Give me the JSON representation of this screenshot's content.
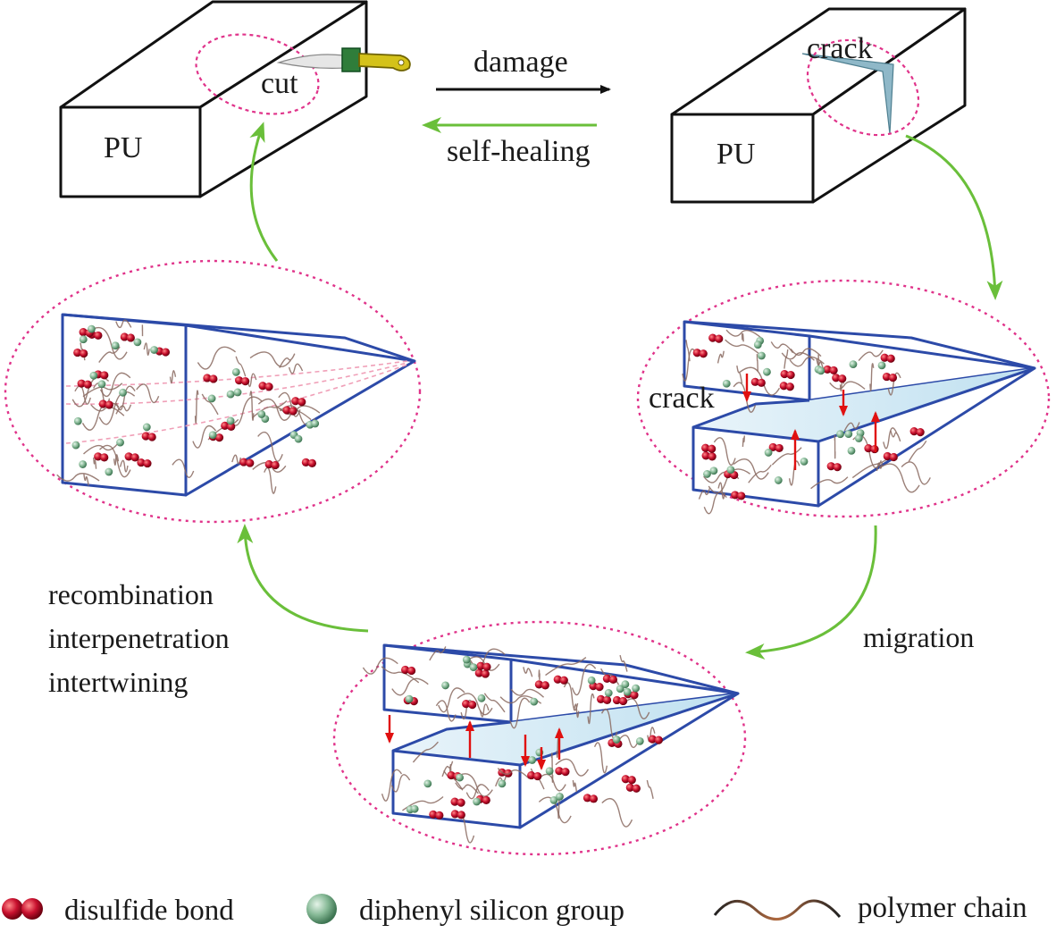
{
  "blocks": {
    "left_label": "PU",
    "right_label": "PU",
    "cut_label": "cut",
    "crack_top_label": "crack"
  },
  "process": {
    "damage_label": "damage",
    "self_healing_label": "self-healing",
    "crack_detail_label": "crack",
    "migration_label": "migration",
    "recombination_label": "recombination",
    "interpenetration_label": "interpenetration",
    "intertwining_label": "intertwining"
  },
  "legend": {
    "disulfide_label": "disulfide bond",
    "silicon_label": "diphenyl silicon group",
    "polymer_label": "polymer chain"
  },
  "colors": {
    "forward_arrow": "#111111",
    "cycle_arrow": "#6abf3a",
    "ellipse_outline": "#e0338a",
    "prism_outline": "#2c4aa8",
    "disulfide": "#c8102e",
    "silicon": "#7fb38f",
    "chain": "#8a6a60",
    "red_arrow": "#e01010",
    "crack_fill": "#8fb8c8",
    "gap_fill": "#cfe6f2",
    "knife_handle": "#d4c21a",
    "knife_band": "#2f7d3a"
  }
}
